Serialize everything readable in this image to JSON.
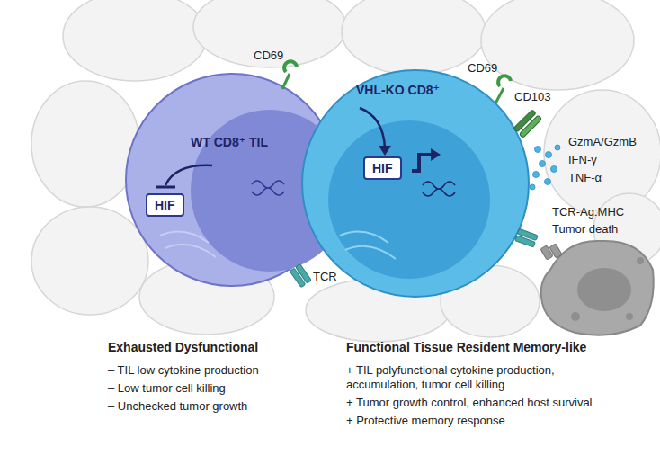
{
  "diagram": {
    "nodes": [
      {
        "text": [
          "WT CD8⁺ TIL"
        ]
      },
      {
        "text": [
          "HIF"
        ],
        "in": 0
      },
      {
        "text": [
          "VHL-KO CD8⁺"
        ]
      },
      {
        "text": [
          "HIF"
        ],
        "in": 2
      }
    ],
    "labels": [
      "CD69",
      "TCR",
      "CD69",
      "CD103",
      "GzmA/GzmB",
      "IFN-γ",
      "TNF-α",
      "TCR-Ag:MHC",
      "Tumor death",
      "Exhausted Dysfunctional",
      "– TIL low cytokine production",
      "– Low tumor cell killing",
      "– Unchecked tumor growth",
      "Functional Tissue Resident Memory-like",
      "+ TIL polyfunctional cytokine production, accumulation, tumor cell killing",
      "+ Tumor growth control, enhanced host survival",
      "+ Protective memory response"
    ]
  }
}
